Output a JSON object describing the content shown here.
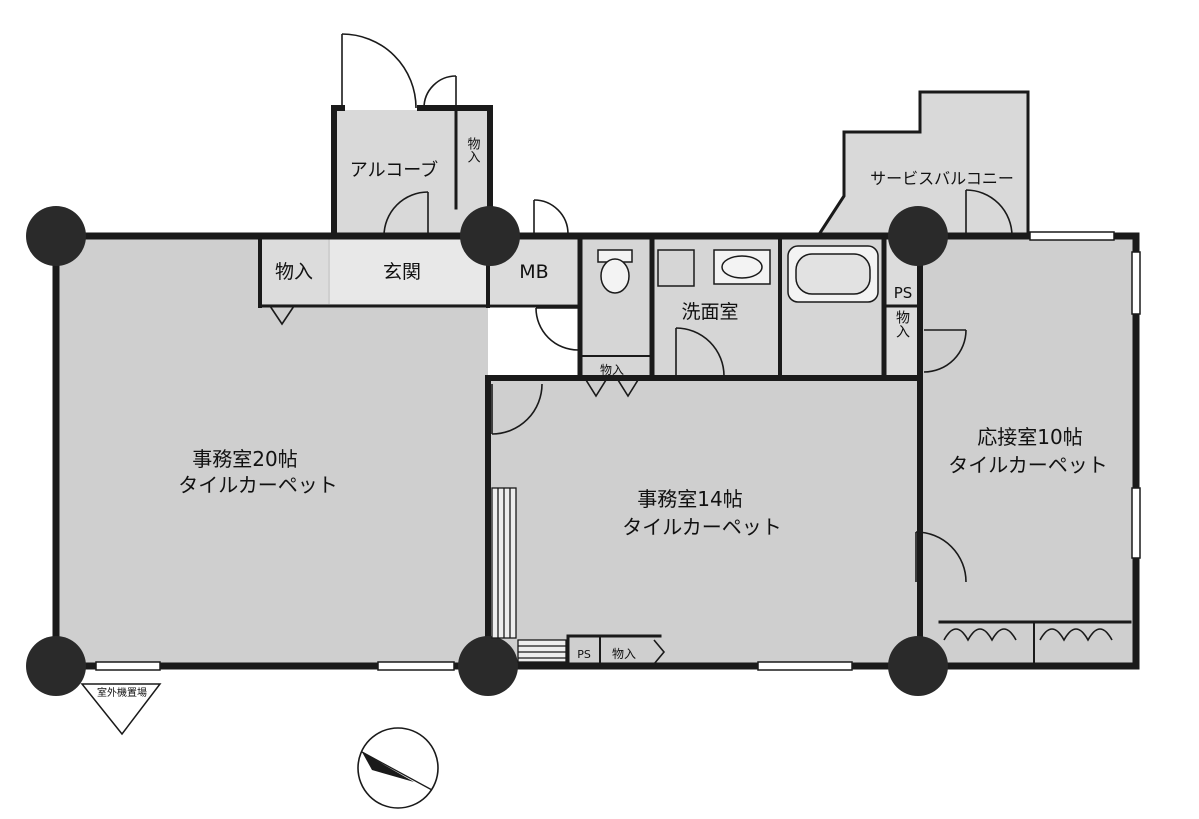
{
  "rooms": {
    "office20": {
      "name": "事務室20帖",
      "finish": "タイルカーペット"
    },
    "office14": {
      "name": "事務室14帖",
      "finish": "タイルカーペット"
    },
    "reception": {
      "name": "応接室10帖",
      "finish": "タイルカーペット"
    },
    "entrance": "玄関",
    "alcove": "アルコーブ",
    "storage_alcove": "物入",
    "storage_entrance": "物入",
    "mb": "MB",
    "washroom": "洗面室",
    "service_balcony": "サービスバルコニー",
    "ps_upper": "PS",
    "storage_upper": "物入",
    "storage_mid": "物入",
    "ps_lower": "PS",
    "storage_lower": "物入",
    "outdoor_unit": "室外機置場"
  },
  "colors": {
    "floor": "#cfcfcf",
    "wall": "#1a1a1a",
    "column": "#2a2a2a",
    "wet_floor": "#d6d6d6",
    "background": "#ffffff"
  },
  "icons": [
    "compass-icon",
    "toilet-icon",
    "bathtub-icon",
    "washbasin-icon"
  ]
}
